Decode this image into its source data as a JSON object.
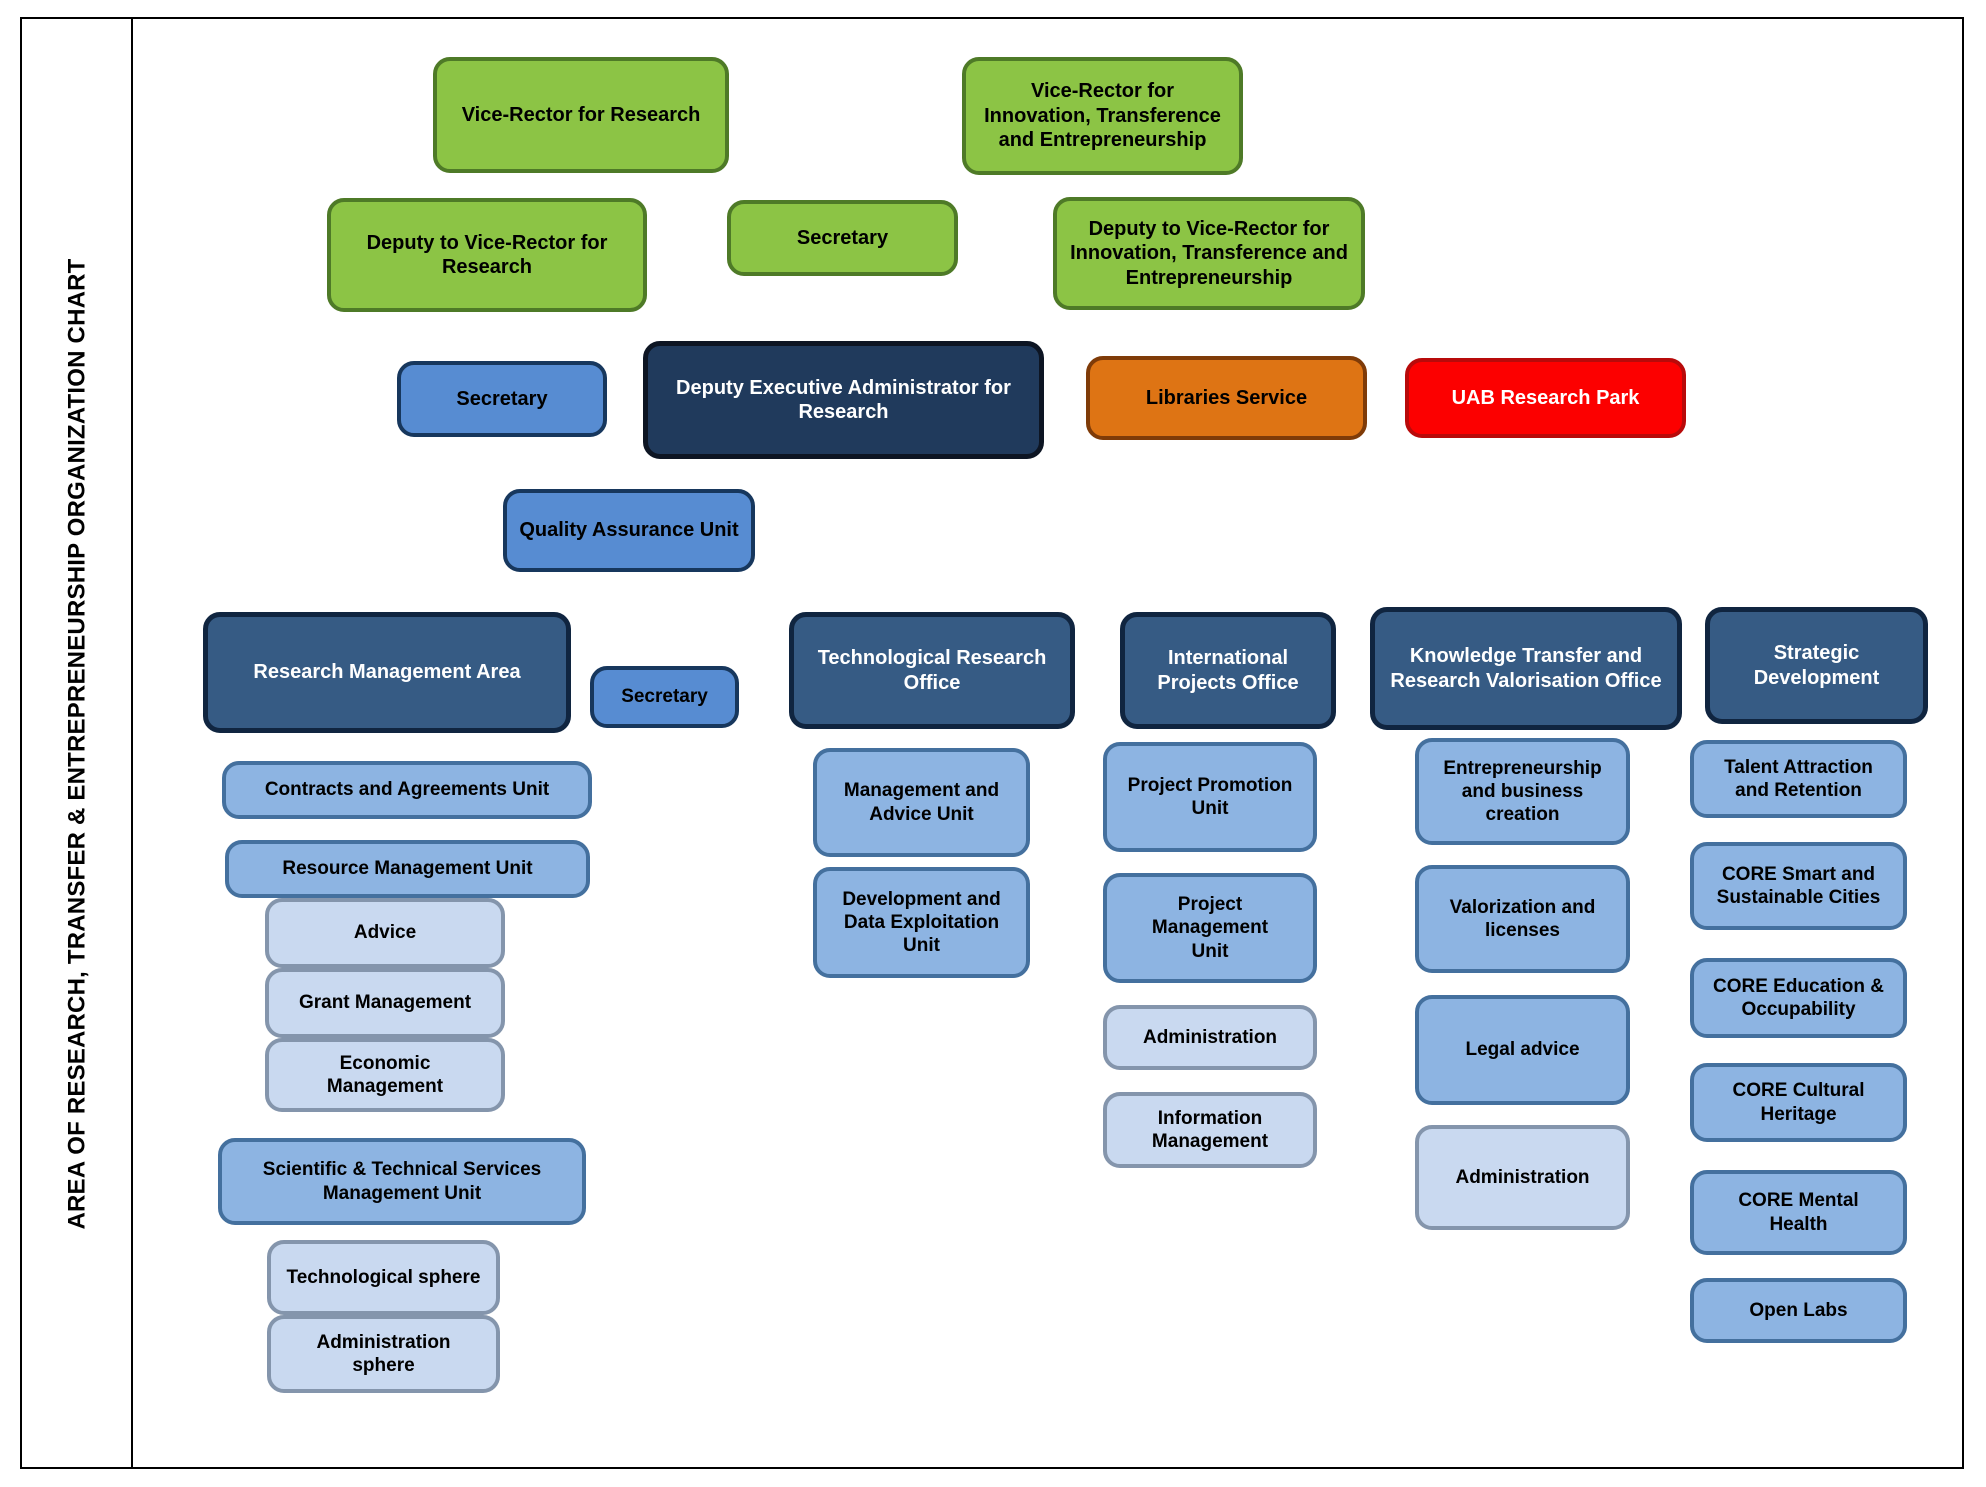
{
  "title": "AREA OF RESEARCH, TRANSFER & ENTREPRENEURSHIP ORGANIZATION CHART",
  "colors": {
    "green_fill": "#8cc445",
    "green_border": "#4e7a27",
    "blue_fill": "#578cd2",
    "blue_border": "#17375d",
    "navy_fill": "#203a5c",
    "navy_border": "#0d1523",
    "orange_fill": "#de7414",
    "orange_border": "#7f3b08",
    "red_fill": "#fc0000",
    "red_border": "#b80a0a",
    "header_fill": "#365b84",
    "header_border": "#102540",
    "mid_fill": "#8db4e2",
    "mid_border": "#44709e",
    "light_fill": "#c9d9f0",
    "light_border": "#8495ac"
  },
  "executive": {
    "vice_rector_research": "Vice-Rector for Research",
    "vice_rector_innovation": "Vice-Rector for Innovation, Transference and Entrepreneurship",
    "deputy_vice_rector_research": "Deputy to Vice-Rector for Research",
    "secretary_vice_rectors": "Secretary",
    "deputy_vice_rector_innovation": "Deputy to Vice-Rector for Innovation, Transference and Entrepreneurship",
    "secretary_administrator": "Secretary",
    "deputy_executive_administrator": "Deputy Executive Administrator for Research",
    "libraries_service": "Libraries Service",
    "uab_research_park": "UAB Research Park",
    "quality_assurance_unit": "Quality Assurance Unit"
  },
  "research_management_area": {
    "header": "Research Management Area",
    "secretary": "Secretary",
    "units": [
      {
        "label": "Contracts and Agreements Unit"
      },
      {
        "label": "Resource Management Unit"
      },
      {
        "label": "Advice"
      },
      {
        "label": "Grant Management"
      },
      {
        "label": "Economic Management"
      },
      {
        "label": "Scientific & Technical Services Management Unit"
      },
      {
        "label": "Technological sphere"
      },
      {
        "label": "Administration sphere"
      }
    ]
  },
  "technological_research_office": {
    "header": "Technological Research Office",
    "units": [
      {
        "label": "Management and Advice Unit"
      },
      {
        "label": "Development and Data Exploitation Unit"
      }
    ]
  },
  "international_projects_office": {
    "header": "International Projects Office",
    "units": [
      {
        "label": "Project Promotion Unit"
      },
      {
        "label": "Project Management Unit"
      },
      {
        "label": "Administration"
      },
      {
        "label": "Information Management"
      }
    ]
  },
  "knowledge_transfer_office": {
    "header": "Knowledge Transfer and Research Valorisation Office",
    "units": [
      {
        "label": "Entrepreneurship and business creation"
      },
      {
        "label": "Valorization and licenses"
      },
      {
        "label": "Legal advice"
      },
      {
        "label": "Administration"
      }
    ]
  },
  "strategic_development": {
    "header": "Strategic Development",
    "units": [
      {
        "label": "Talent Attraction and Retention"
      },
      {
        "label": "CORE Smart and Sustainable Cities"
      },
      {
        "label": "CORE Education & Occupability"
      },
      {
        "label": "CORE Cultural Heritage"
      },
      {
        "label": "CORE Mental Health"
      },
      {
        "label": "Open Labs"
      }
    ]
  }
}
